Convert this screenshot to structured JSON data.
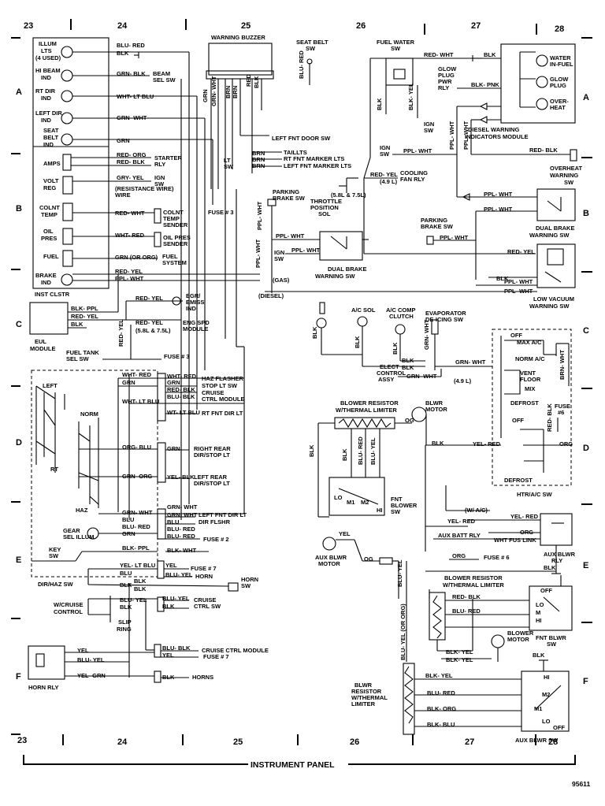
{
  "grid": {
    "columns": [
      "23",
      "24",
      "25",
      "26",
      "27",
      "28"
    ],
    "rows": [
      "A",
      "B",
      "C",
      "D",
      "E",
      "F"
    ]
  },
  "footer": {
    "title": "INSTRUMENT PANEL",
    "code": "95611"
  },
  "components": {
    "illum_lts": "ILLUM LTS (4 USED)",
    "hi_beam": "HI BEAM IND",
    "rt_dir": "RT DIR IND",
    "left_dir": "LEFT DIR IND",
    "seat_belt_ind": "SEAT BELT IND",
    "amps": "AMPS",
    "volt_reg": "VOLT REG",
    "colnt_temp": "COLNT TEMP",
    "oil_pres": "OIL PRES",
    "fuel": "FUEL",
    "brake_ind": "BRAKE IND",
    "inst_clstr": "INST CLSTR",
    "eul_module": "EUL MODULE",
    "warning_buzzer": "WARNING BUZZER",
    "seat_belt_sw": "SEAT BELT SW",
    "fuel_water_sw": "FUEL WATER SW",
    "water_in_fuel": "WATER IN-FUEL",
    "glow_plug": "GLOW PLUG",
    "over_heat": "OVER-HEAT",
    "glow_plug_pwr_rly": "GLOW PLUG PWR RLY",
    "diesel_warning_module": "DIESEL WARNING INDICATORS MODULE",
    "ign_sw": "IGN SW",
    "overheat_warning_sw": "OVERHEAT WARNING SW",
    "parking_brake_sw": "PARKING BRAKE SW",
    "throttle_position_sol": "THROTTLE POSITION SOL",
    "dual_brake_warning_sw": "DUAL BRAKE WARNING SW",
    "low_vacuum_warning_sw": "LOW VACUUM WARNING SW",
    "colnt_temp_sender": "COLNT TEMP SENDER",
    "oil_pres_sender": "OIL PRES SENDER",
    "fuel_system": "FUEL SYSTEM",
    "resistance_wire": "(RESISTANCE WIRE)",
    "starter_rly": "STARTER RLY",
    "beam_sel_sw": "BEAM SEL SW",
    "egr_emiss_ind": "EGR/ EMISS IND",
    "eng_spd_module": "ENG SPD MODULE",
    "fuel_tank_sel_sw": "FUEL TANK SEL SW",
    "ac_sol": "A/C SOL",
    "ac_comp_clutch": "A/C COMP CLUTCH",
    "evaporator_deicing_sw": "EVAPORATOR DE-ICING SW",
    "elect_control_assy": "ELECT CONTROL ASSY",
    "blower_resistor": "BLOWER RESISTOR W/THERMAL LIMITER",
    "blwr_motor": "BLWR MOTOR",
    "fnt_blower_sw": "FNT BLOWER SW",
    "htr_ac_sw": "HTR/A/C SW",
    "aux_blwr_motor": "AUX BLWR MOTOR",
    "aux_blwr_rly": "AUX BLWR RLY",
    "fnt_blwr_sw": "FNT BLWR SW",
    "blower_motor": "BLOWER MOTOR",
    "blwr_resistor_thermal": "BLWR RESISTOR W/THERMAL LIMITER",
    "aux_blwr_sw": "AUX BLWR SW",
    "gear_sel_illum": "GEAR SEL ILLUM",
    "key_sw": "KEY SW",
    "w_cruise_control": "W/CRUISE CONTROL",
    "dir_haz_sw": "DIR/HAZ SW",
    "slip_ring": "SLIP RING",
    "horn_rly": "HORN RLY",
    "horn_sw": "HORN SW",
    "haz_flasher": "HAZ FLASHER",
    "stop_lt_sw": "STOP LT SW",
    "cruise_ctrl_module": "CRUISE CTRL MODULE",
    "rt_fnt_dir_lt": "RT FNT DIR LT",
    "right_rear_dir": "RIGHT REAR DIR/STOP LT",
    "left_rear_dir": "LEFT REAR DIR/STOP LT",
    "left_fnt_dir_lt": "LEFT FNT DIR LT",
    "dir_flshr": "DIR FLSHR",
    "horn": "HORN",
    "cruise_ctrl_sw": "CRUISE CTRL SW",
    "horns": "HORNS",
    "taillts": "TAILLTS",
    "rt_fnt_marker": "RT FNT MARKER LTS",
    "left_fnt_marker": "LEFT FNT MARKER LTS",
    "left_fnt_door_sw": "LEFT FNT DOOR SW",
    "lt_sw": "LT SW",
    "cooling_fan_rly": "COOLING FAN RLY",
    "engine_58_75": "(5.8L & 7.5L)",
    "gas": "(GAS)",
    "diesel": "(DIESEL)",
    "liter_49": "(4.9 L)",
    "w_ac": "(W/ A/C)",
    "aux_batt_rly": "AUX BATT RLY",
    "wht_fus_link": "WHT FUS LINK",
    "fuse_3": "FUSE # 3",
    "fuse_2": "FUSE # 2",
    "fuse_6": "FUSE # 6",
    "fuse_7": "FUSE # 7",
    "left": "LEFT",
    "norm": "NORM",
    "rt": "RT",
    "haz": "HAZ"
  },
  "htr_positions": [
    "OFF",
    "MAX A/C",
    "NORM A/C",
    "VENT",
    "FLOOR",
    "MIX",
    "DEFROST",
    "OFF",
    "DEFROST"
  ],
  "wires": {
    "blu_red": "BLU- RED",
    "blk": "BLK",
    "grn_blk": "GRN- BLK",
    "wht_lt_blu": "WHT- LT BLU",
    "grn_wht": "GRN- WHT",
    "grn": "GRN",
    "red_org": "RED- ORG",
    "red_blk": "RED- BLK",
    "gry_yel": "GRY- YEL",
    "red_wht": "RED- WHT",
    "wht_red": "WHT- RED",
    "grn_or_org": "GRN (OR ORG)",
    "red_yel": "RED- YEL",
    "ppl_wht": "PPL- WHT",
    "blk_ppl": "BLK- PPL",
    "blk_pnk": "BLK- PNK",
    "brn": "BRN",
    "blu": "BLU",
    "org": "ORG",
    "yel": "YEL",
    "org_blu": "ORG- BLU",
    "grn_org": "GRN- ORG",
    "yel_blk": "YEL- BLK",
    "wt_lt_blu": "WT- LT BLU",
    "blk_wht": "BLK- WHT",
    "yel_lt_blu": "YEL- LT BLU",
    "blu_yel": "BLU- YEL",
    "blu_blk": "BLU- BLK",
    "yel_grn": "YEL- GRN",
    "og": "OG",
    "yel_red": "YEL- RED",
    "brn_wht": "BRN- WHT",
    "blk_yel": "BLK- YEL",
    "blk_org": "BLK- ORG",
    "blu_red_v": "BLU- RED",
    "blk_blu": "BLK- BLU",
    "blu_yel_or_org": "BLU- YEL (OR ORG)",
    "blk_ylw": "BLK- YEL",
    "red_blk2": "RED- BLK",
    "lo": "LO",
    "m1": "M1",
    "m2": "M2",
    "hi": "HI"
  }
}
